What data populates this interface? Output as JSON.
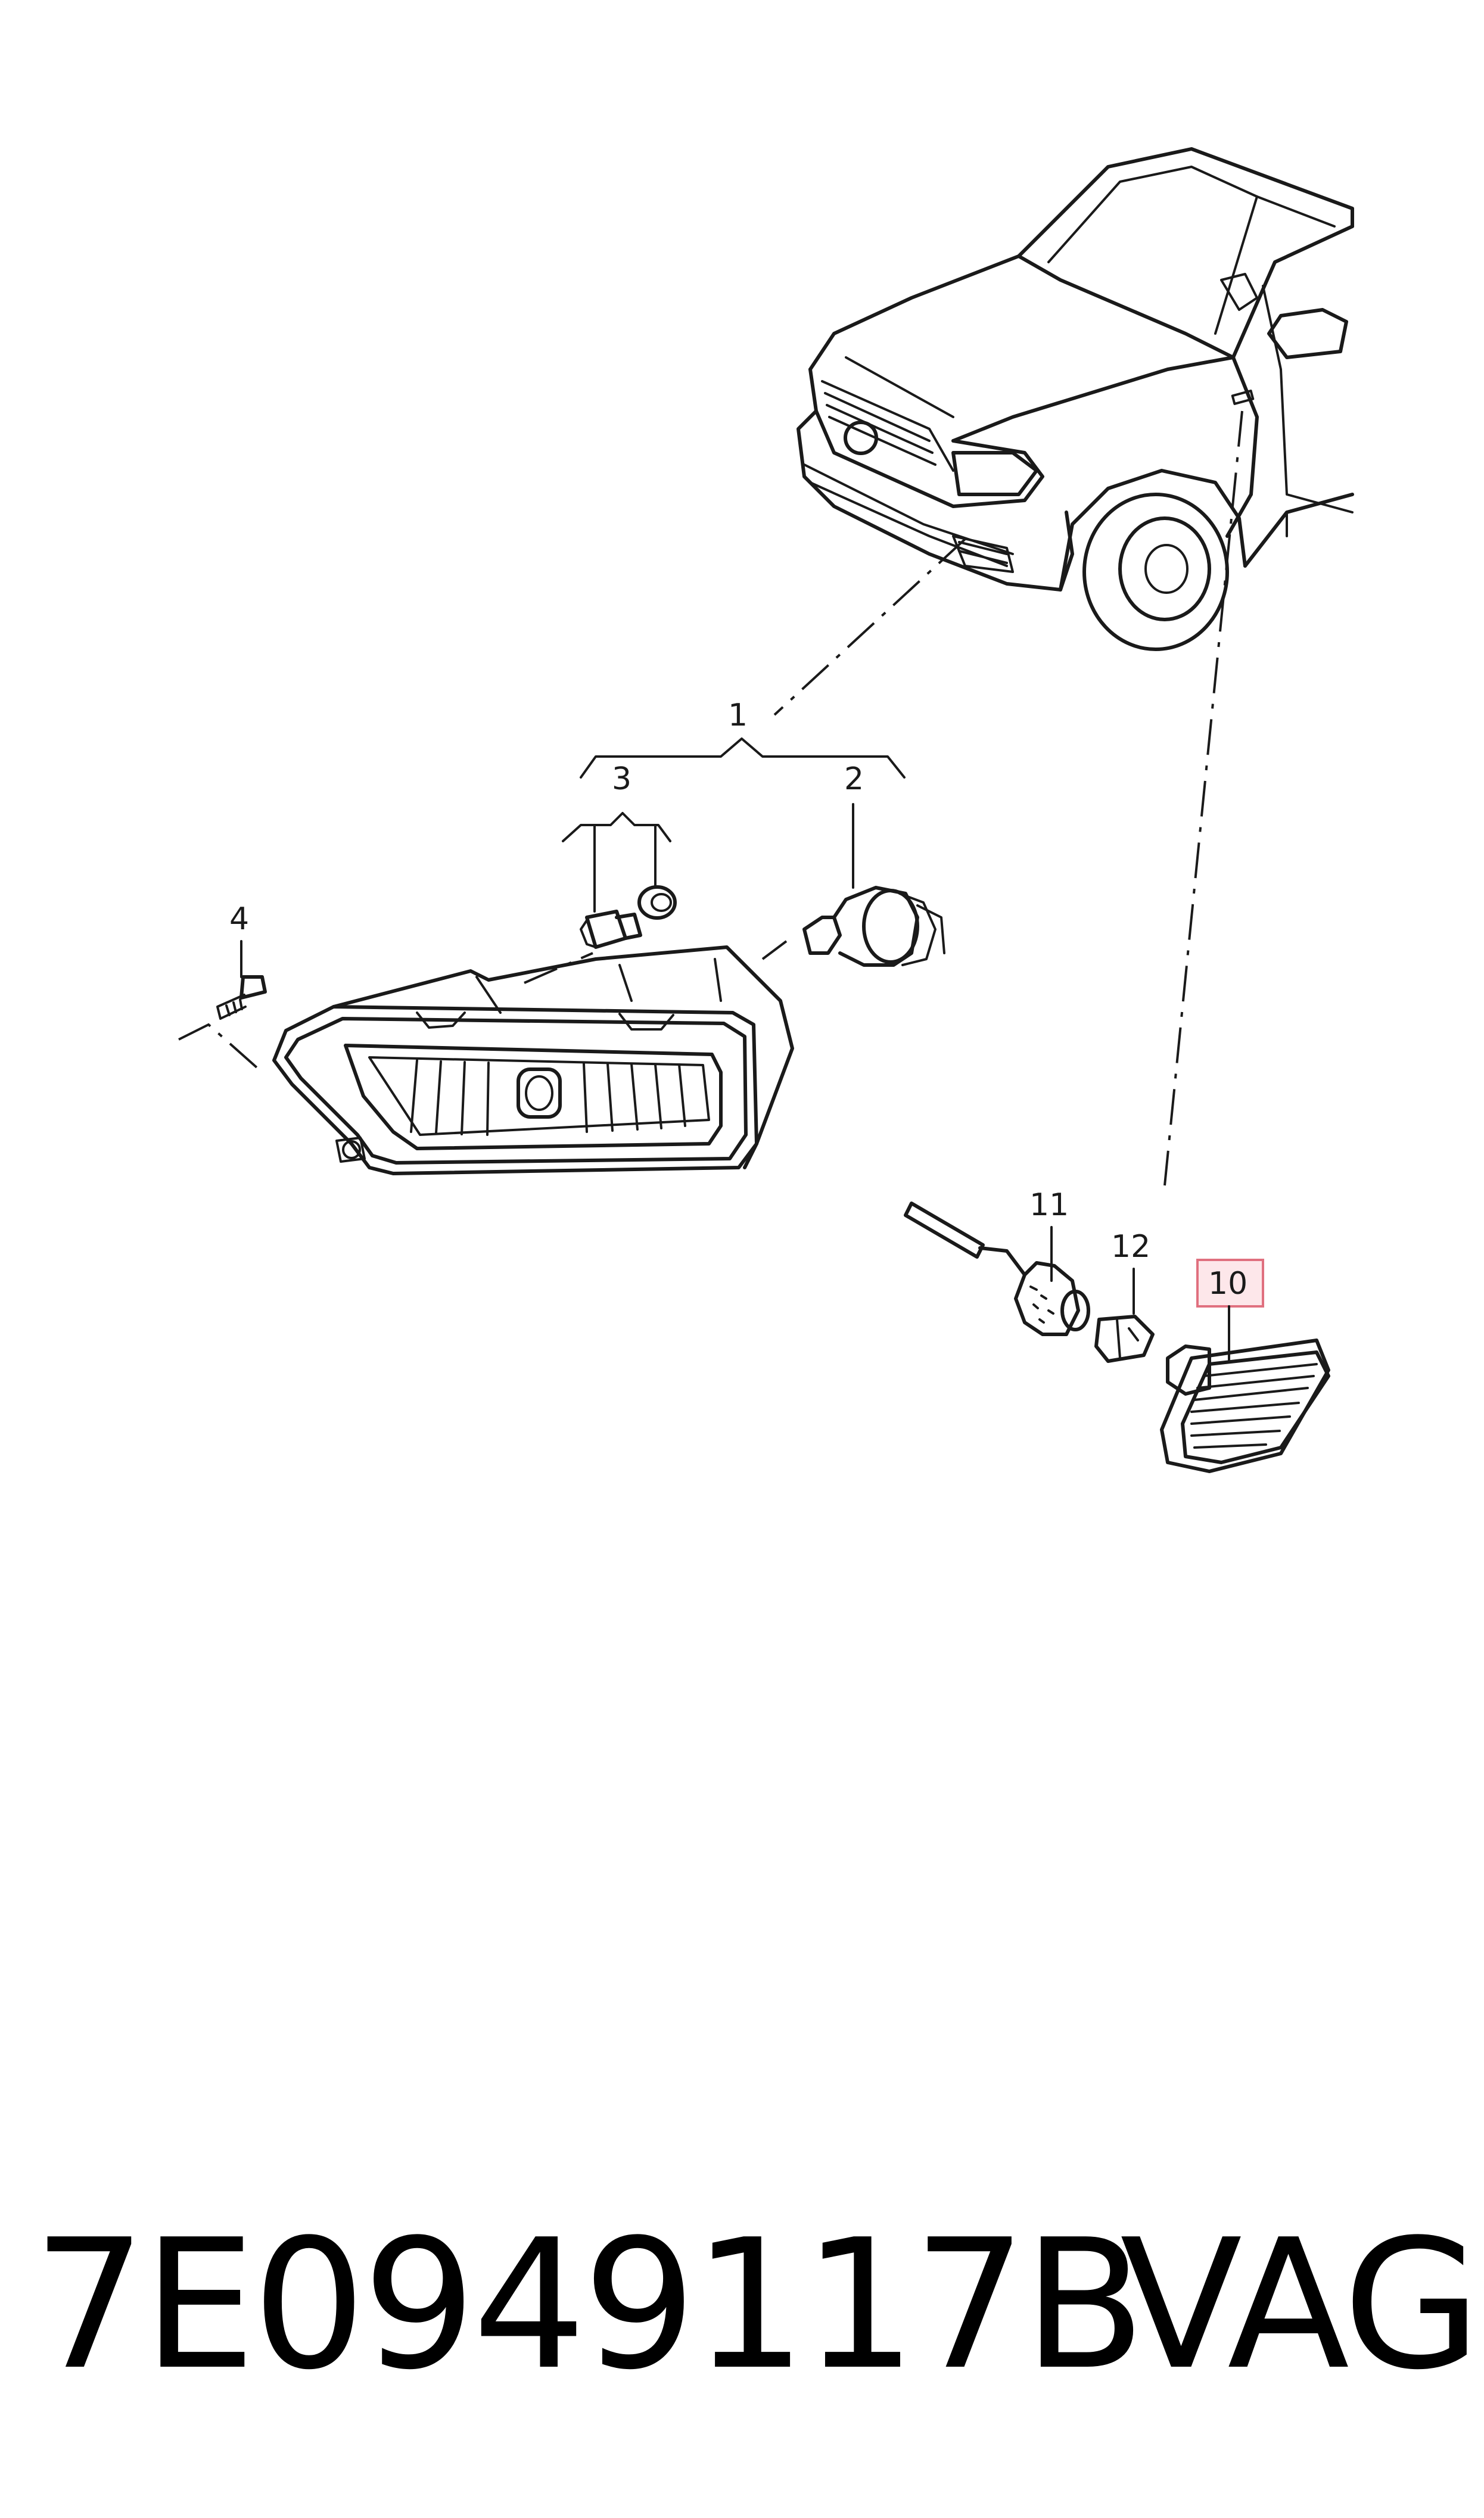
{
  "callouts": {
    "c1": "1",
    "c2": "2",
    "c3": "3",
    "c4": "4",
    "c10": "10",
    "c11": "11",
    "c12": "12"
  },
  "highlighted_callout": "10",
  "footer": {
    "part_number": "7E0949117B",
    "brand": "VAG"
  },
  "colors": {
    "line": "#1a1a1a",
    "highlight_fill": "#fde7ea",
    "highlight_stroke": "#e0707f"
  }
}
